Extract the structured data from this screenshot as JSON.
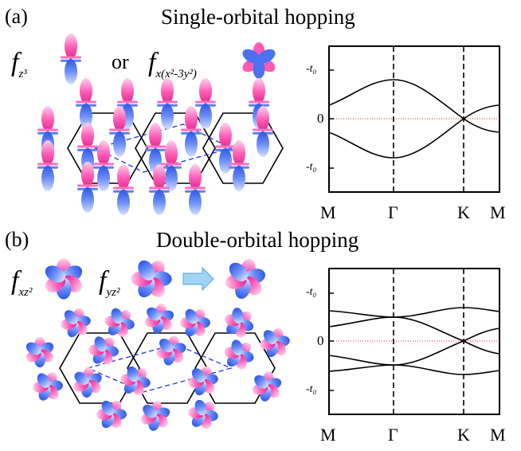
{
  "panel_a": {
    "label": "(a)",
    "title": "Single-orbital hopping",
    "orbital1": {
      "symbol": "f",
      "subscript": "z³"
    },
    "connector": "or",
    "orbital2": {
      "symbol": "f",
      "subscript": "x(x²-3y²)"
    },
    "band_plot": {
      "y_ticks": [
        "-t₀",
        "0",
        "-t₀"
      ],
      "k_points": [
        "M",
        "Γ",
        "K",
        "M"
      ]
    }
  },
  "panel_b": {
    "label": "(b)",
    "title": "Double-orbital hopping",
    "orbital1": {
      "symbol": "f",
      "subscript": "xz²"
    },
    "orbital2": {
      "symbol": "f",
      "subscript": "yz²"
    },
    "band_plot": {
      "y_ticks": [
        "-t₀",
        "0",
        "-t₀"
      ],
      "k_points": [
        "M",
        "Γ",
        "K",
        "M"
      ]
    }
  },
  "colors": {
    "lobe_pink": "#ff4fae",
    "lobe_blue": "#3a66f0",
    "band_line": "#000000",
    "fermi_line": "#e03030",
    "cell_dash": "#2233dd"
  },
  "icons": {
    "arrow": "right-arrow-icon"
  }
}
